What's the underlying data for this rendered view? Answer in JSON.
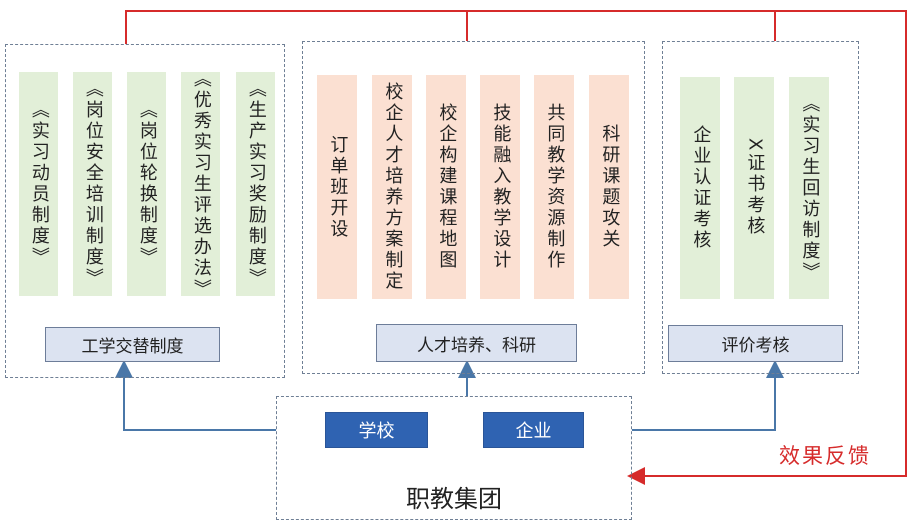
{
  "left": {
    "items": [
      "《实习动员制度》",
      "《岗位安全培训制度》",
      "《岗位轮换制度》",
      "《优秀实习生评选办法》",
      "《生产实习奖励制度》"
    ],
    "label": "工学交替制度"
  },
  "middle": {
    "items": [
      "订单班开设",
      "校企人才培养方案制定",
      "校企构建课程地图",
      "技能融入教学设计",
      "共同教学资源制作",
      "科研课题攻关"
    ],
    "label": "人才培养、科研"
  },
  "right": {
    "items": [
      "企业认证考核",
      "X证书考核",
      "《实习生回访制度》"
    ],
    "label": "评价考核"
  },
  "group": {
    "school": "学校",
    "enterprise": "企业",
    "title": "职教集团"
  },
  "feedback": "效果反馈",
  "colors": {
    "feedback_line": "#d62b2b",
    "arrow_line": "#4a77a8",
    "green_box": "#e2efd8",
    "peach_box": "#fbe0d2",
    "label_box": "#dce3f1",
    "blue_box": "#2f63b2"
  }
}
